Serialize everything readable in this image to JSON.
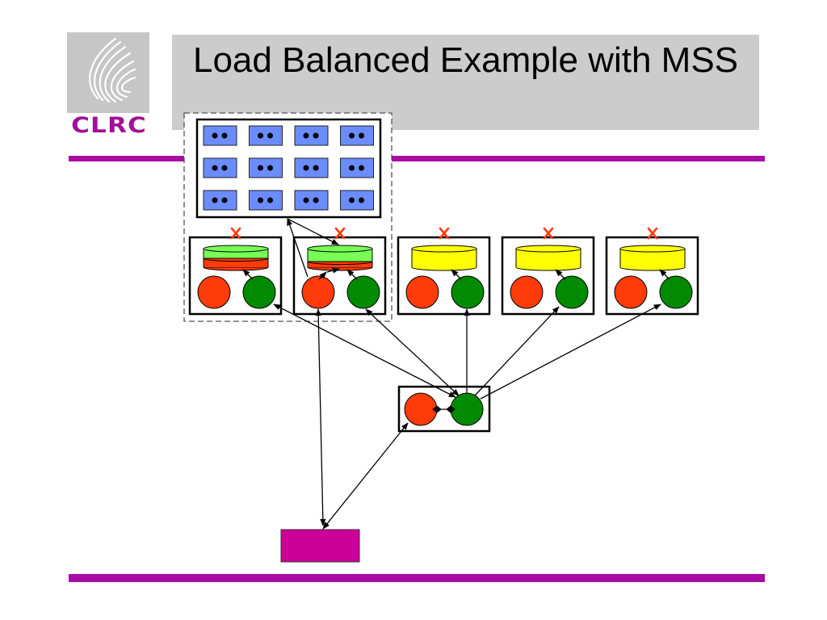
{
  "slide": {
    "title": "Load Balanced Example with MSS",
    "logo": {
      "text": "CLRC",
      "icon": "clrc-swirl-logo-icon"
    }
  },
  "colors": {
    "accent_rule": "#a90ba5",
    "title_band": "#cccccc",
    "server_red": "#ff3b0a",
    "server_green": "#028a02",
    "disk_green": "#77ff55",
    "disk_red": "#ff3b0a",
    "disk_yellow": "#ffff00",
    "tape_slot": "#6b8cff",
    "client_box": "#cc0099",
    "failure_mark": "#ff3b0a"
  },
  "diagram": {
    "tape_library": {
      "rows": 3,
      "cols": 4,
      "slot_icon": "tape-cartridge-icon"
    },
    "nodes": [
      {
        "id": "node-1",
        "disk": "green-over-red",
        "failed": true,
        "in_mss_group": true
      },
      {
        "id": "node-2",
        "disk": "green-over-red",
        "failed": true,
        "in_mss_group": true
      },
      {
        "id": "node-3",
        "disk": "yellow",
        "failed": true,
        "in_mss_group": false
      },
      {
        "id": "node-4",
        "disk": "yellow",
        "failed": true,
        "in_mss_group": false
      },
      {
        "id": "node-5",
        "disk": "yellow",
        "failed": true,
        "in_mss_group": false
      }
    ],
    "load_balancer": {
      "servers": [
        "red",
        "green"
      ],
      "link": "bidirectional"
    },
    "client": {
      "icon": "client-box-icon"
    }
  }
}
